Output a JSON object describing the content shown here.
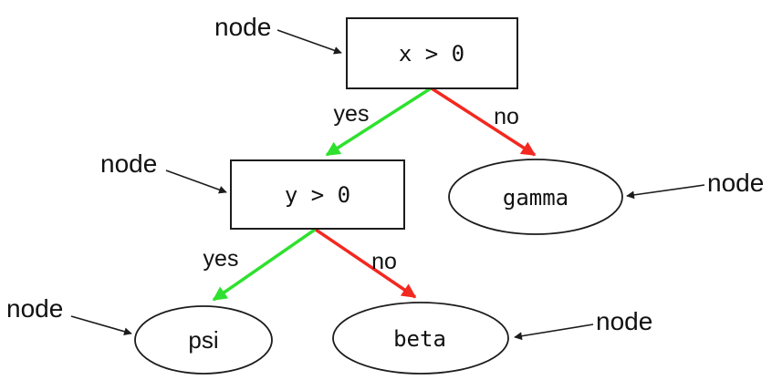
{
  "diagram": {
    "type": "decision-tree",
    "colors": {
      "yes": "#2ee12e",
      "no": "#f32820",
      "line": "#1c1c1c",
      "text": "#111111"
    },
    "nodes": [
      {
        "id": "root",
        "label": "x > 0",
        "shape": "rect"
      },
      {
        "id": "cond2",
        "label": "y > 0",
        "shape": "rect"
      },
      {
        "id": "gamma",
        "label": "gamma",
        "shape": "ellipse"
      },
      {
        "id": "psi",
        "label": "psi",
        "shape": "ellipse"
      },
      {
        "id": "beta",
        "label": "beta",
        "shape": "ellipse"
      }
    ],
    "edges": [
      {
        "from": "x > 0",
        "to": "y > 0",
        "label": "yes",
        "color_key": "yes"
      },
      {
        "from": "x > 0",
        "to": "gamma",
        "label": "no",
        "color_key": "no"
      },
      {
        "from": "y > 0",
        "to": "psi",
        "label": "yes",
        "color_key": "yes"
      },
      {
        "from": "y > 0",
        "to": "beta",
        "label": "no",
        "color_key": "no"
      }
    ],
    "annotations": [
      "node",
      "node",
      "node",
      "node",
      "node"
    ]
  }
}
